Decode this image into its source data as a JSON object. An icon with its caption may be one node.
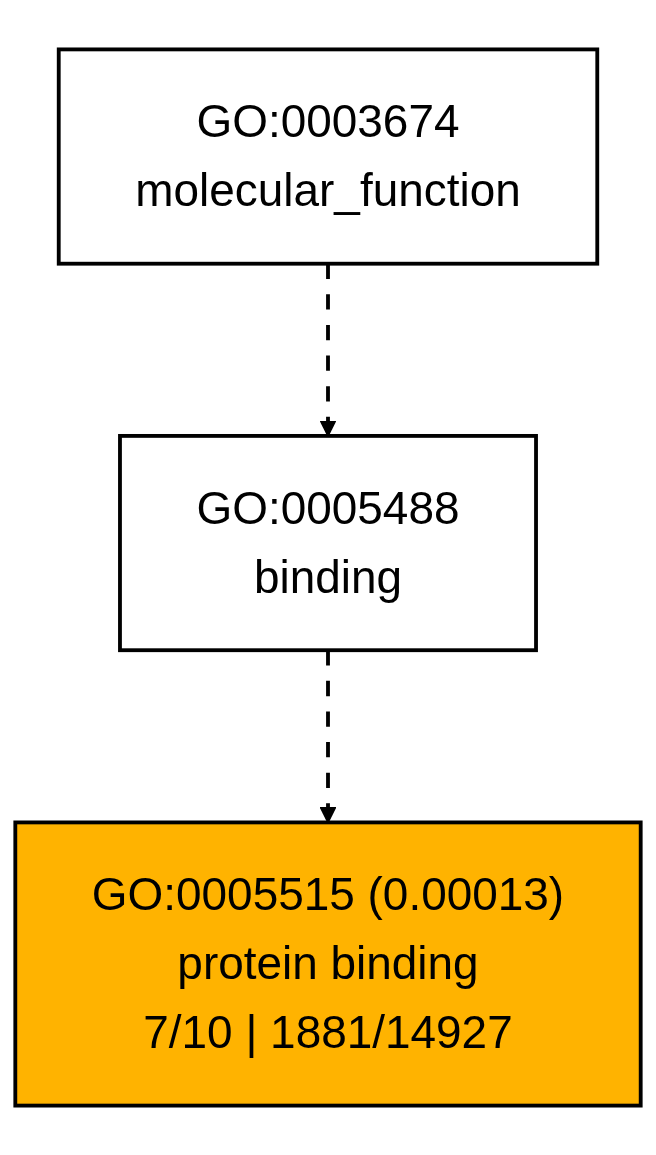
{
  "diagram": {
    "nodes": [
      {
        "text": [
          "GO:0003674",
          "molecular_function"
        ]
      },
      {
        "text": [
          "GO:0005488",
          "binding"
        ]
      },
      {
        "text": [
          "GO:0005515 (0.00013)",
          "protein binding",
          "7/10 | 1881/14927"
        ]
      }
    ],
    "edges": [
      {
        "from": 0,
        "to": 1,
        "arrow": "to",
        "style": "dashed"
      },
      {
        "from": 1,
        "to": 2,
        "arrow": "to",
        "style": "dashed"
      }
    ]
  }
}
